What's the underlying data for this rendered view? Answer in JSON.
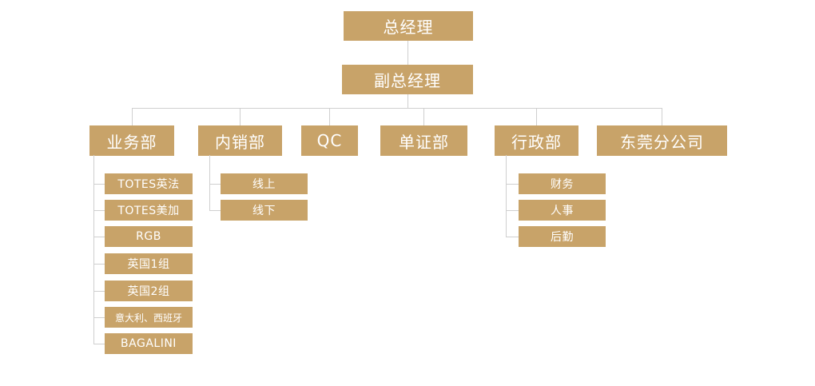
{
  "org": {
    "root": {
      "label": "总经理"
    },
    "deputy": {
      "label": "副总经理"
    },
    "departments": [
      {
        "label": "业务部",
        "children": [
          "TOTES英法",
          "TOTES美加",
          "RGB",
          "英国1组",
          "英国2组",
          "意大利、西班牙",
          "BAGALINI"
        ]
      },
      {
        "label": "内销部",
        "children": [
          "线上",
          "线下"
        ]
      },
      {
        "label": "QC",
        "children": []
      },
      {
        "label": "单证部",
        "children": []
      },
      {
        "label": "行政部",
        "children": [
          "财务",
          "人事",
          "后勤"
        ]
      },
      {
        "label": "东莞分公司",
        "children": []
      }
    ]
  },
  "colors": {
    "node_fill": "#c8a369",
    "node_text": "#ffffff",
    "connector": "#cfcfcf",
    "background": "#ffffff"
  }
}
